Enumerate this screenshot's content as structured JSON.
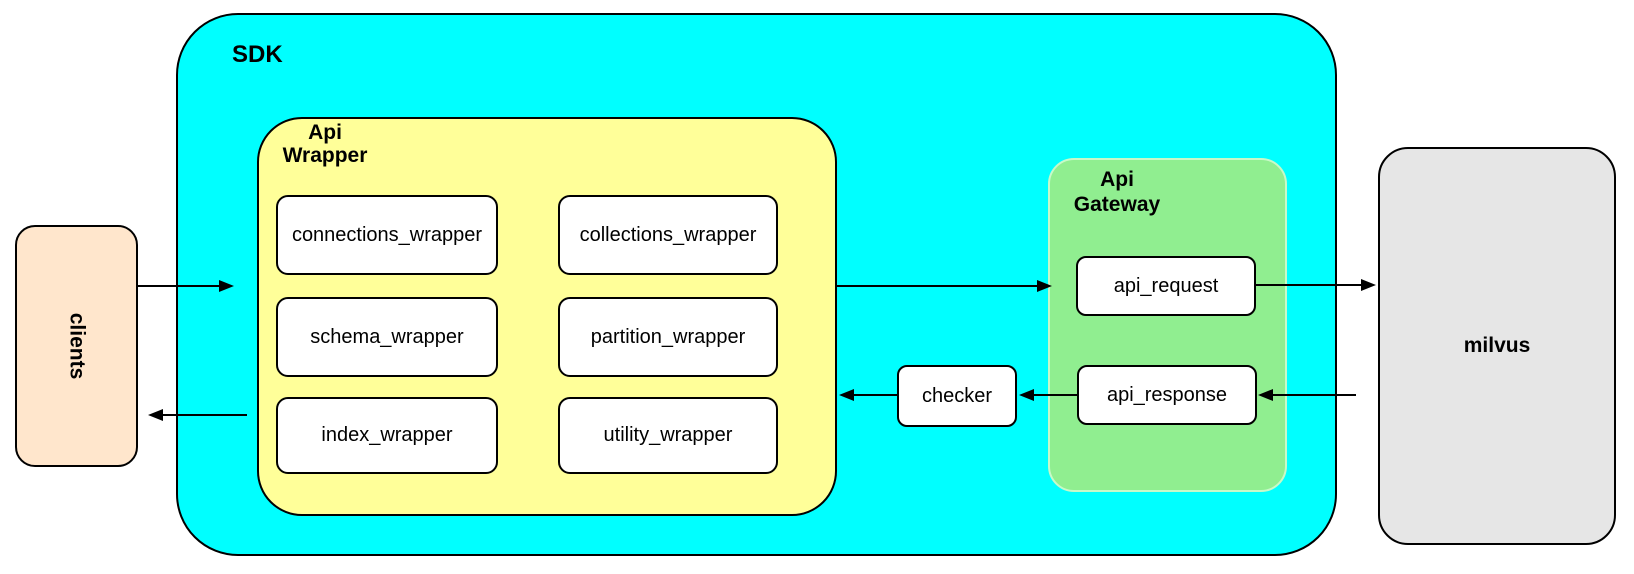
{
  "diagram": {
    "nodes": {
      "clients": {
        "label": "clients",
        "fill": "#ffe6cc"
      },
      "sdk": {
        "label": "SDK",
        "fill": "#00ffff"
      },
      "api_wrapper": {
        "label": "Api Wrapper",
        "label_lines": [
          "Api",
          "Wrapper"
        ],
        "fill": "#ffff99",
        "modules": [
          "connections_wrapper",
          "collections_wrapper",
          "schema_wrapper",
          "partition_wrapper",
          "index_wrapper",
          "utility_wrapper"
        ]
      },
      "checker": {
        "label": "checker",
        "fill": "#ffffff"
      },
      "api_gateway": {
        "label": "Api Gateway",
        "label_lines": [
          "Api",
          "Gateway"
        ],
        "fill": "#90ee90"
      },
      "api_request": {
        "label": "api_request",
        "fill": "#ffffff"
      },
      "api_response": {
        "label": "api_response",
        "fill": "#ffffff"
      },
      "milvus": {
        "label": "milvus",
        "fill": "#e6e6e6"
      }
    },
    "edges": [
      {
        "from": "clients",
        "to": "sdk"
      },
      {
        "from": "api_wrapper",
        "to": "api_request"
      },
      {
        "from": "api_request",
        "to": "milvus"
      },
      {
        "from": "milvus",
        "to": "api_response"
      },
      {
        "from": "api_response",
        "to": "checker"
      },
      {
        "from": "checker",
        "to": "api_wrapper"
      },
      {
        "from": "sdk",
        "to": "clients"
      }
    ],
    "line_color": "#000000"
  }
}
